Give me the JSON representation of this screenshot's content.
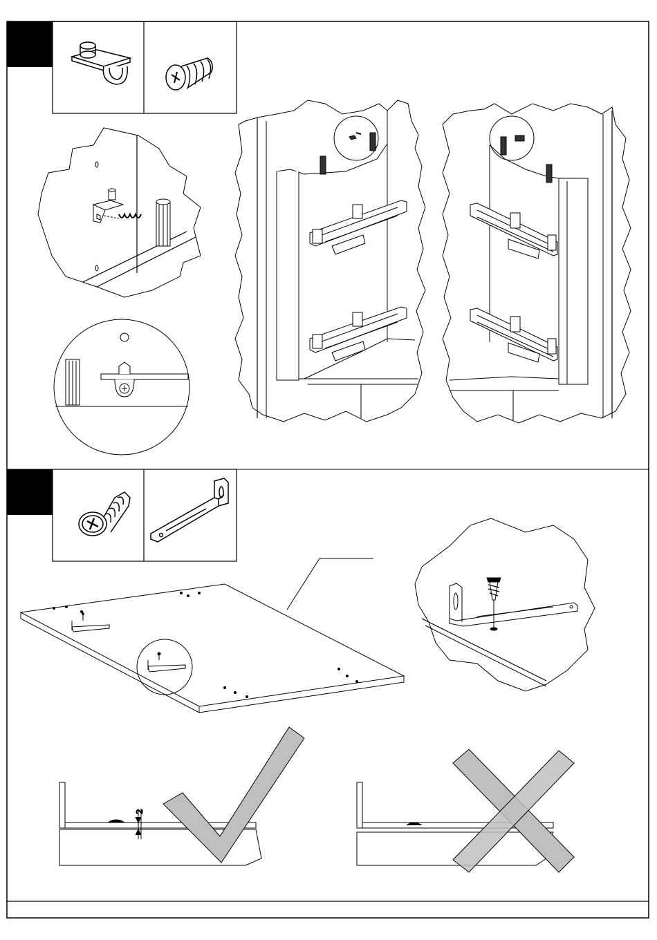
{
  "sheet": {
    "frame_color": "#000000",
    "step_marker_color": "#000000",
    "fill_gray": "#bfbfbf"
  },
  "step1": {
    "parts": [
      "shelf-support-peg-icon",
      "euro-screw-icon"
    ],
    "details": [
      "wall-mount-closeup",
      "peg-cross-section-closeup",
      "drawer-runners-left-cabinet",
      "drawer-runners-right-cabinet"
    ]
  },
  "step2": {
    "parts": [
      "chipboard-screw-icon",
      "angle-bracket-icon"
    ],
    "details": [
      "shelf-panel-with-brackets",
      "bracket-mount-closeup"
    ],
    "correct_detail": {
      "dimension_label": "2",
      "mark": "check-mark-icon"
    },
    "incorrect_detail": {
      "mark": "cross-mark-icon"
    }
  }
}
